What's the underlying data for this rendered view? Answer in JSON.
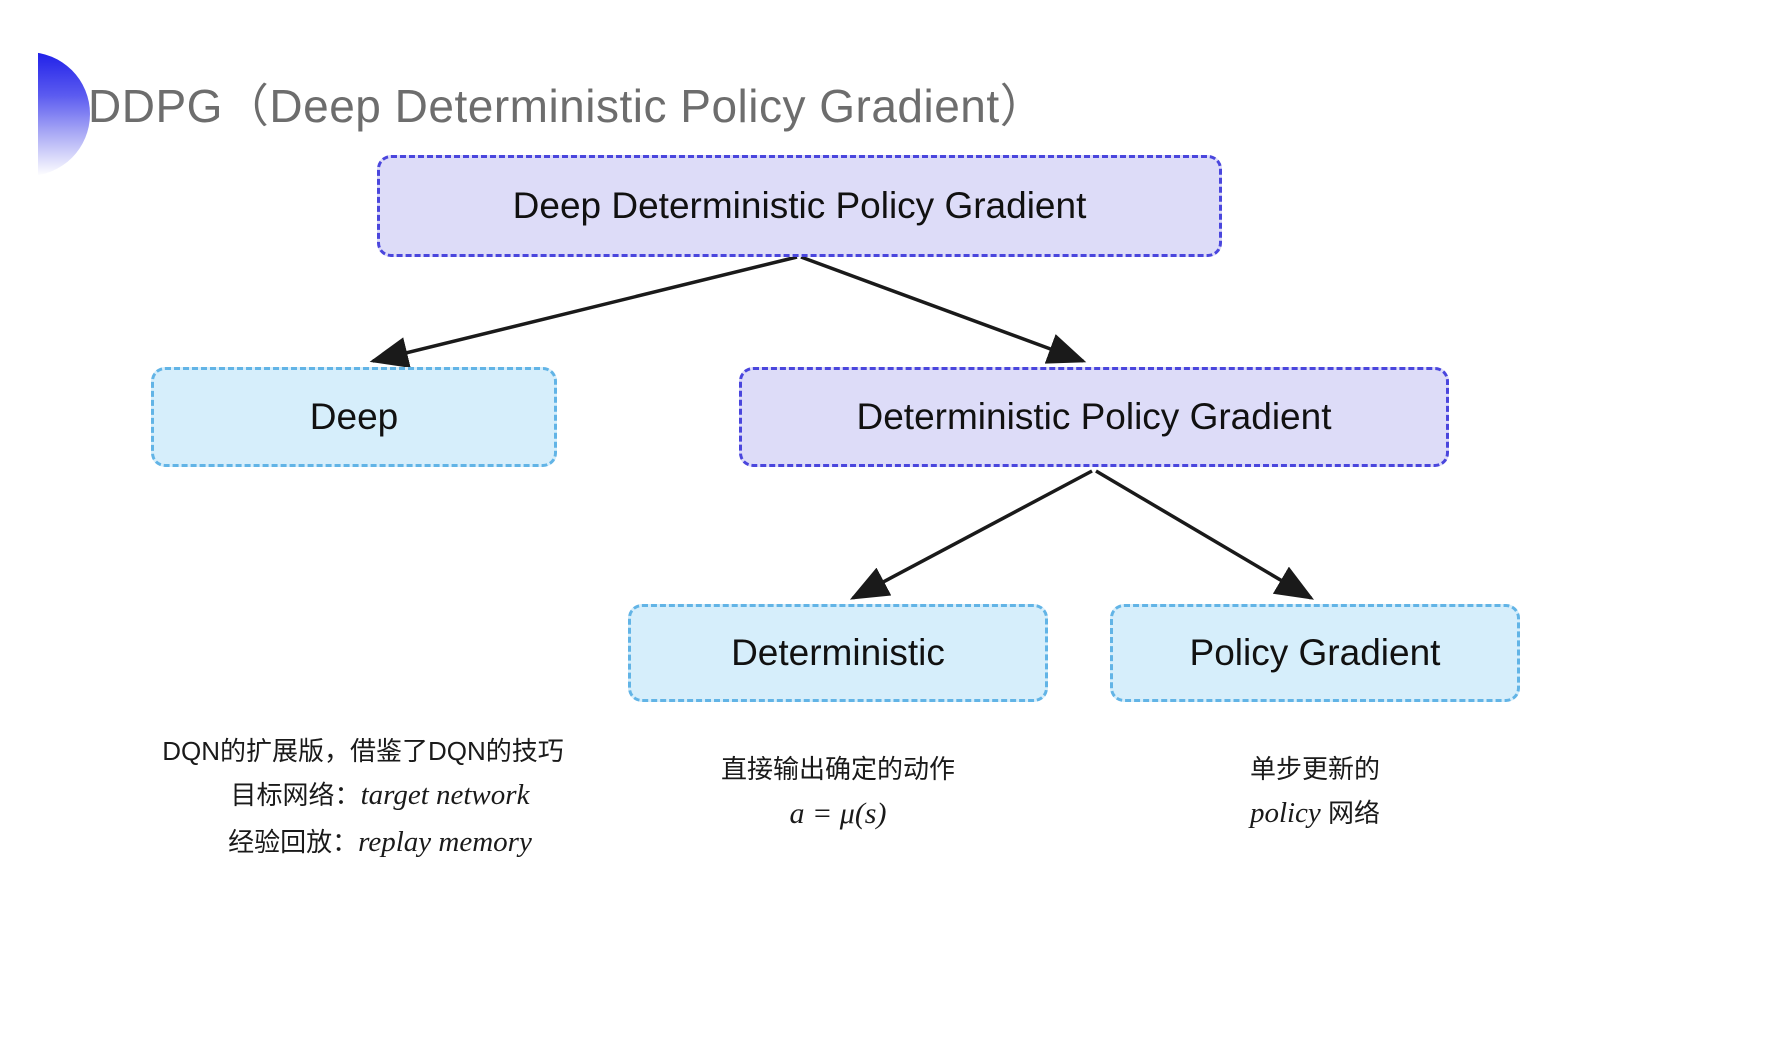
{
  "slide": {
    "title": "DDPG（Deep Deterministic Policy Gradient）",
    "accent_color": "#2020e8",
    "background": "#ffffff"
  },
  "palette": {
    "purple_fill": "#dddcf8",
    "purple_border": "#4a46dd",
    "cyan_fill": "#d6eefb",
    "cyan_border": "#62b4e6",
    "arrow_color": "#1a1a1a",
    "title_color": "#6d6d6d"
  },
  "diagram": {
    "type": "tree",
    "nodes": [
      {
        "id": "root",
        "label": "Deep Deterministic Policy Gradient",
        "style": "purple",
        "level": 0
      },
      {
        "id": "deep",
        "label": "Deep",
        "style": "cyan",
        "level": 1
      },
      {
        "id": "dpg",
        "label": "Deterministic Policy Gradient",
        "style": "purple",
        "level": 1
      },
      {
        "id": "det",
        "label": "Deterministic",
        "style": "cyan",
        "level": 2
      },
      {
        "id": "pg",
        "label": "Policy Gradient",
        "style": "cyan",
        "level": 2
      }
    ],
    "edges": [
      {
        "from": "root",
        "to": "deep"
      },
      {
        "from": "root",
        "to": "dpg"
      },
      {
        "from": "dpg",
        "to": "det"
      },
      {
        "from": "dpg",
        "to": "pg"
      }
    ]
  },
  "captions": {
    "deep": {
      "lines": [
        "DQN的扩展版，借鉴了DQN的技巧",
        "目标网络：",
        "经验回放："
      ],
      "terms": [
        "target network",
        "replay memory"
      ]
    },
    "deterministic": {
      "lines": [
        "直接输出确定的动作"
      ],
      "formula": "a = μ(s)"
    },
    "policy_gradient": {
      "lines": [
        "单步更新的"
      ],
      "term": "policy",
      "term_suffix": "网络"
    }
  }
}
